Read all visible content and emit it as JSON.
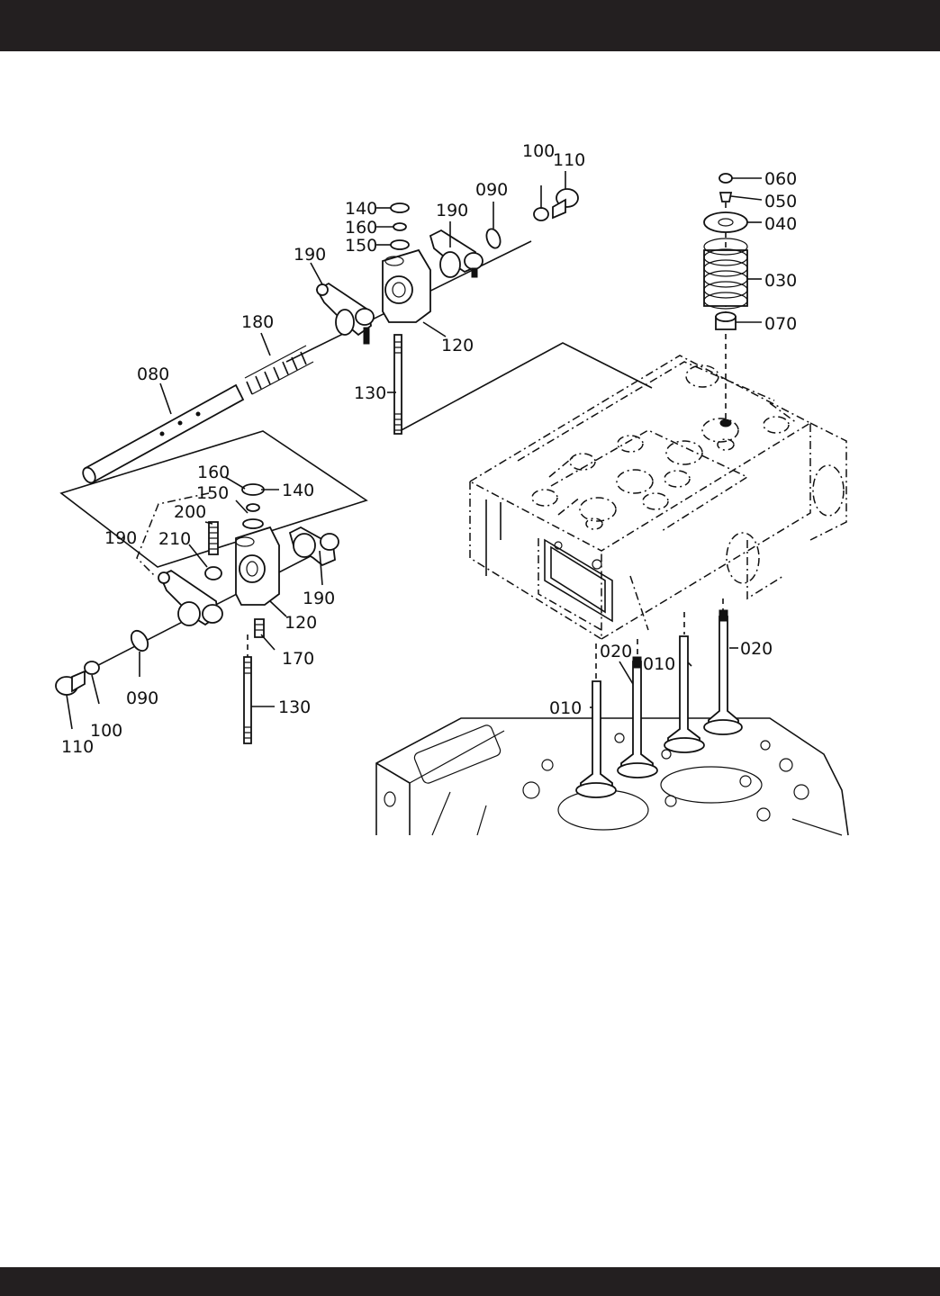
{
  "callouts": [
    {
      "id": "c-060",
      "text": "060"
    },
    {
      "id": "c-050",
      "text": "050"
    },
    {
      "id": "c-040",
      "text": "040"
    },
    {
      "id": "c-030",
      "text": "030"
    },
    {
      "id": "c-070",
      "text": "070"
    },
    {
      "id": "c-100a",
      "text": "100"
    },
    {
      "id": "c-110a",
      "text": "110"
    },
    {
      "id": "c-090a",
      "text": "090"
    },
    {
      "id": "c-190a",
      "text": "190"
    },
    {
      "id": "c-140a",
      "text": "140"
    },
    {
      "id": "c-160a",
      "text": "160"
    },
    {
      "id": "c-150a",
      "text": "150"
    },
    {
      "id": "c-190b",
      "text": "190"
    },
    {
      "id": "c-180",
      "text": "180"
    },
    {
      "id": "c-120a",
      "text": "120"
    },
    {
      "id": "c-080",
      "text": "080"
    },
    {
      "id": "c-130a",
      "text": "130"
    },
    {
      "id": "c-160b",
      "text": "160"
    },
    {
      "id": "c-140b",
      "text": "140"
    },
    {
      "id": "c-150b",
      "text": "150"
    },
    {
      "id": "c-200",
      "text": "200"
    },
    {
      "id": "c-190c",
      "text": "190"
    },
    {
      "id": "c-210",
      "text": "210"
    },
    {
      "id": "c-190d",
      "text": "190"
    },
    {
      "id": "c-120b",
      "text": "120"
    },
    {
      "id": "c-170",
      "text": "170"
    },
    {
      "id": "c-130b",
      "text": "130"
    },
    {
      "id": "c-090b",
      "text": "090"
    },
    {
      "id": "c-100b",
      "text": "100"
    },
    {
      "id": "c-110b",
      "text": "110"
    },
    {
      "id": "c-020a",
      "text": "020"
    },
    {
      "id": "c-010a",
      "text": "010"
    },
    {
      "id": "c-020b",
      "text": "020"
    },
    {
      "id": "c-010b",
      "text": "010"
    }
  ]
}
